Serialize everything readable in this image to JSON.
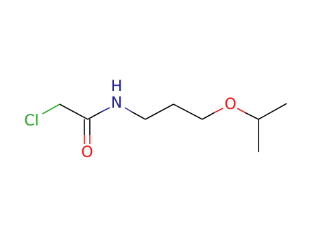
{
  "molecule": {
    "atoms": {
      "chlorine": {
        "label": "Cl",
        "color": "#1fa81f"
      },
      "nitrogen": {
        "label": "N",
        "color": "#1f1fa8"
      },
      "hydrogen": {
        "label": "H",
        "color": "#1f1fa8"
      },
      "carbonyl_oxygen": {
        "label": "O",
        "color": "#ff0d0d"
      },
      "ether_oxygen": {
        "label": "O",
        "color": "#ff0d0d"
      }
    },
    "bond_color": "#000000"
  }
}
